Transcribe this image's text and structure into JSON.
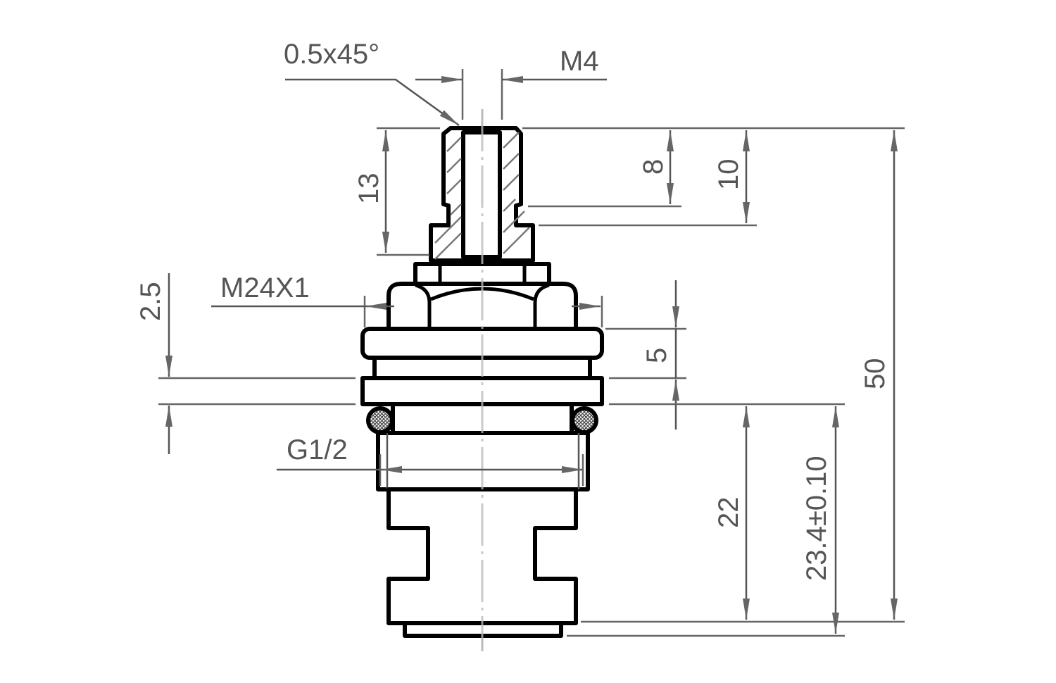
{
  "labels": {
    "chamfer": "0.5x45°",
    "stem_thread": "M4",
    "stem_length": "13",
    "spline_length": "8",
    "stem_step": "10",
    "nut_thread": "M24X1",
    "flange_gap": "2.5",
    "ring_height": "5",
    "body_thread": "G1/2",
    "overall_height": "50",
    "lower_height": "22",
    "seat_height": "23.4±0.10"
  },
  "colors": {
    "outline": "#000000",
    "dimension": "#555555"
  }
}
